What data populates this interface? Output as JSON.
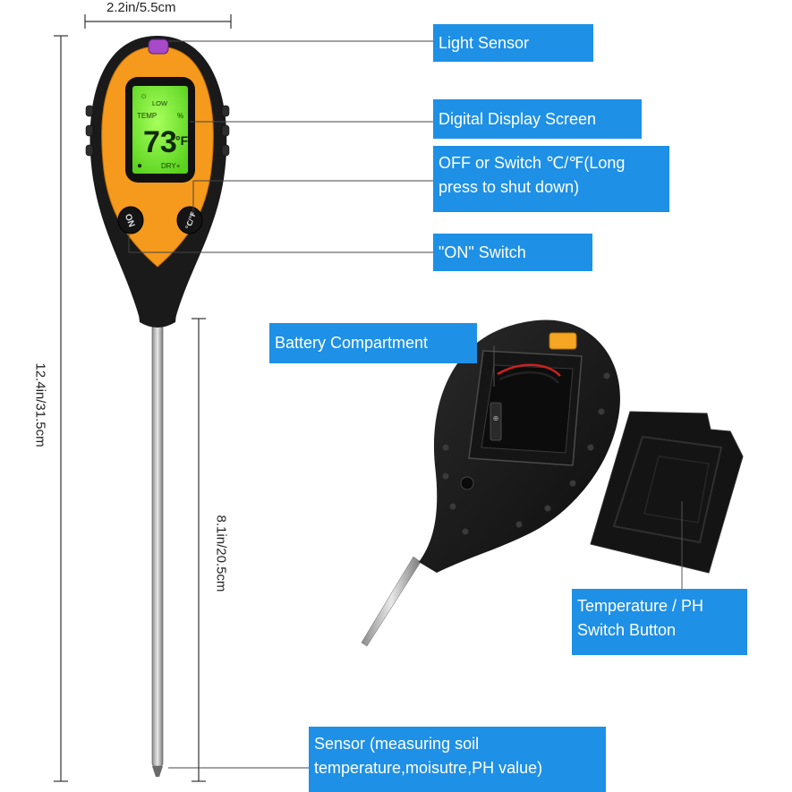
{
  "dimensions": {
    "width_label": "2.2in/5.5cm",
    "height_label": "12.4in/31.5cm",
    "probe_label": "8.1in/20.5cm"
  },
  "callouts": {
    "light_sensor": "Light Sensor",
    "display_screen": "Digital Display Screen",
    "off_switch_line1": "OFF or Switch ℃/℉(Long",
    "off_switch_line2": "press to shut down)",
    "on_switch": "\"ON\" Switch",
    "battery": "Battery Compartment",
    "temp_ph_line1": "Temperature / PH",
    "temp_ph_line2": "Switch Button",
    "sensor_line1": "Sensor (measuring soil",
    "sensor_line2": "temperature,moisutre,PH value)"
  },
  "display": {
    "low": "LOW",
    "mode": "TEMP",
    "percent_sign": "%",
    "reading": "73",
    "unit": "°F",
    "dry": "DRY+"
  },
  "buttons": {
    "on": "ON",
    "mode": "℃/℉"
  },
  "colors": {
    "callout_bg": "#1e90e6",
    "device_orange": "#f59a1c",
    "device_black": "#1a1a1a",
    "lcd_green": "#7df03a"
  }
}
